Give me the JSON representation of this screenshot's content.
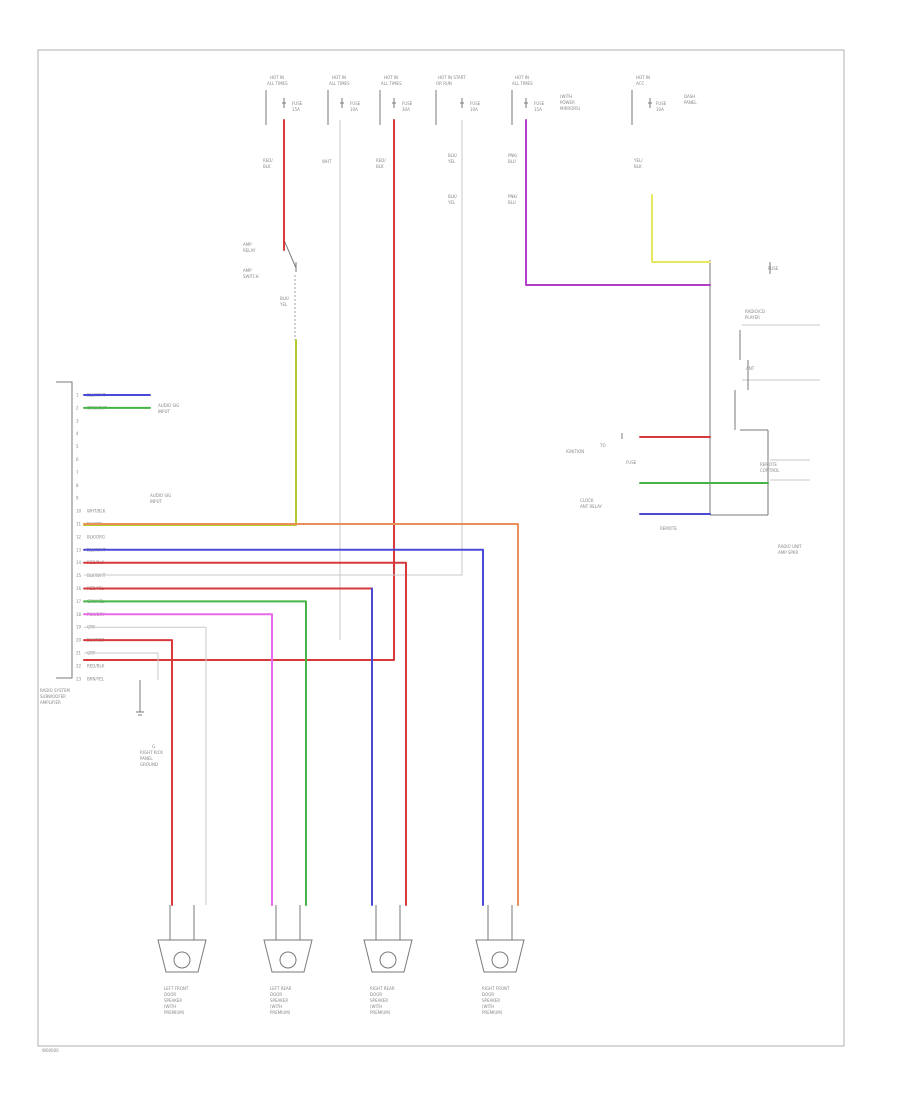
{
  "diagram": {
    "code": "W00000",
    "power_sources": [
      {
        "id": "src1",
        "label_lines": [
          "HOT IN",
          "ALL TIMES"
        ],
        "fuse_lines": [
          "FUSE",
          "15A"
        ]
      },
      {
        "id": "src2",
        "label_lines": [
          "HOT IN",
          "ALL TIMES"
        ],
        "fuse_lines": [
          "FUSE",
          "10A"
        ]
      },
      {
        "id": "src3",
        "label_lines": [
          "HOT IN",
          "ALL TIMES"
        ],
        "fuse_lines": [
          "FUSE",
          "30A"
        ]
      },
      {
        "id": "src4",
        "label_lines": [
          "HOT IN START",
          "OR RUN"
        ],
        "fuse_lines": [
          "FUSE",
          "10A"
        ]
      },
      {
        "id": "src5",
        "label_lines": [
          "HOT IN",
          "ALL TIMES"
        ],
        "fuse_lines": [
          "FUSE",
          "15A"
        ],
        "note_lines": [
          "(WITH",
          "POWER",
          "MIRRORS)"
        ]
      },
      {
        "id": "src6",
        "label_lines": [
          "HOT IN",
          "ACC"
        ],
        "fuse_lines": [
          "FUSE",
          "10A"
        ],
        "note_lines": [
          "DASH",
          "PANEL"
        ]
      }
    ],
    "wire_labels": {
      "red1": [
        "RED/",
        "BLK"
      ],
      "wht": [
        "WHT"
      ],
      "red2": [
        "RED/",
        "BLK"
      ],
      "blk1": [
        "BLK/",
        "YEL"
      ],
      "blk2": [
        "BLK/",
        "YEL"
      ],
      "pnk1": [
        "PNK/",
        "BLU"
      ],
      "pnk2": [
        "PNK/",
        "BLU"
      ],
      "yel": [
        "YEL/",
        "BLK"
      ]
    },
    "amp_switch_lines": [
      "AMP",
      "RELAY",
      "AMP",
      "SWITCH"
    ],
    "amp_switch_wire": [
      "BLK/",
      "YEL"
    ],
    "radio_unit": {
      "title_lines": [
        "RADIO/CD",
        "PLAYER"
      ],
      "left_label_lines": [
        "REMOTE",
        "CONTROL"
      ],
      "top_label": "ANT",
      "small_label": "FUSE"
    },
    "right_side_labels": {
      "ground_lines": [
        "TO",
        "IGNITION"
      ],
      "antenna_lines": [
        "CLOCK",
        "ANT RELAY"
      ],
      "sub_lines": [
        "REMOTE",
        "AMP SPKR"
      ],
      "footer_lines": [
        "RADIO UNIT"
      ]
    },
    "module": {
      "name_lines": [
        "RADIO SYSTEM",
        "SUBWOOFER",
        "AMPLIFIER"
      ],
      "group_labels": {
        "top": [
          "AUDIO SIG",
          "INPUT"
        ],
        "mid": [
          "AUDIO SIG",
          "INPUT"
        ]
      },
      "pins": [
        {
          "n": "1",
          "color": "BLU/WHT"
        },
        {
          "n": "2",
          "color": "GRN/WHT"
        },
        {
          "n": "3",
          "color": ""
        },
        {
          "n": "4",
          "color": ""
        },
        {
          "n": "5",
          "color": ""
        },
        {
          "n": "6",
          "color": ""
        },
        {
          "n": "7",
          "color": ""
        },
        {
          "n": "8",
          "color": ""
        },
        {
          "n": "9",
          "color": ""
        },
        {
          "n": "10",
          "color": "WHT/BLK"
        },
        {
          "n": "11",
          "color": "BLK/YEL"
        },
        {
          "n": "12",
          "color": "BLK/ORG"
        },
        {
          "n": "13",
          "color": "BLU/WHT"
        },
        {
          "n": "14",
          "color": "RED/BLK"
        },
        {
          "n": "15",
          "color": "BLK/WHT"
        },
        {
          "n": "16",
          "color": "RED/YEL"
        },
        {
          "n": "17",
          "color": "GRN/YEL"
        },
        {
          "n": "18",
          "color": "PNK/GRY"
        },
        {
          "n": "19",
          "color": "GRY"
        },
        {
          "n": "20",
          "color": "BLK/RED"
        },
        {
          "n": "21",
          "color": "GRY"
        },
        {
          "n": "22",
          "color": "RED/BLK"
        },
        {
          "n": "23",
          "color": "BRN/YEL"
        }
      ]
    },
    "ground_label_lines": [
      "G",
      "RIGHT KICK",
      "PANEL",
      "GROUND"
    ],
    "speakers": [
      {
        "id": "spk1",
        "label_lines": [
          "LEFT FRONT",
          "DOOR",
          "SPEAKER",
          "(WITH",
          "PREMIUM)"
        ]
      },
      {
        "id": "spk2",
        "label_lines": [
          "LEFT REAR",
          "DOOR",
          "SPEAKER",
          "(WITH",
          "PREMIUM)"
        ]
      },
      {
        "id": "spk3",
        "label_lines": [
          "RIGHT REAR",
          "DOOR",
          "SPEAKER",
          "(WITH",
          "PREMIUM)"
        ]
      },
      {
        "id": "spk4",
        "label_lines": [
          "RIGHT FRONT",
          "DOOR",
          "SPEAKER",
          "(WITH",
          "PREMIUM)"
        ]
      }
    ],
    "colors": {
      "red": "#d63a3a",
      "blue": "#4a4ad8",
      "green": "#46b446",
      "pink": "#e86ae8",
      "yellow_green": "#b8c830",
      "orange": "#e8905a",
      "purple": "#b040c8",
      "gray": "#9a9a9a",
      "black": "#555555",
      "light_yellow": "#e8e860"
    }
  }
}
